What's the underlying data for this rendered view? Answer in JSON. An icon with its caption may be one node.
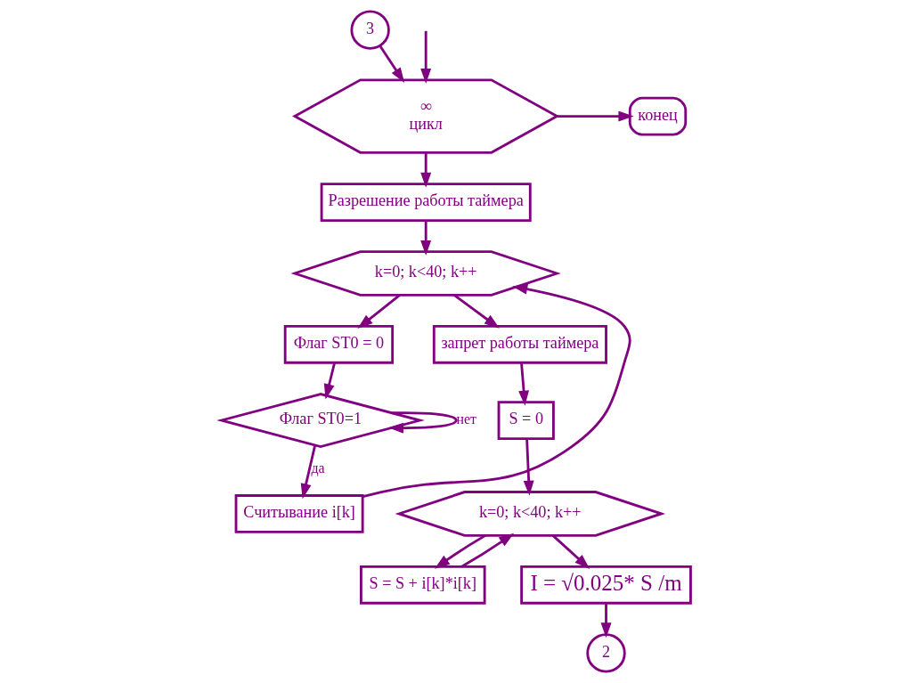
{
  "diagram": {
    "nodes": [
      {
        "text": [
          "∞",
          "цикл"
        ]
      },
      {
        "text": [
          "конец"
        ]
      },
      {
        "text": [
          "Разрешение работы таймера"
        ]
      },
      {
        "text": [
          "k=0; k<40; k++"
        ]
      },
      {
        "text": [
          "Флаг ST0 = 0"
        ]
      },
      {
        "text": [
          "Флаг ST0=1"
        ]
      },
      {
        "text": [
          "Считывание i[k]"
        ]
      },
      {
        "text": [
          "запрет работы таймера"
        ]
      },
      {
        "text": [
          "S = 0"
        ]
      },
      {
        "text": [
          "k=0; k<40; k++"
        ]
      },
      {
        "text": [
          "S = S + i[k]*i[k]"
        ]
      },
      {
        "text": [
          "I = √0.025* S /m"
        ]
      },
      {
        "text": [
          "3"
        ]
      },
      {
        "text": [
          "2"
        ]
      }
    ],
    "edges": [
      {
        "from": null,
        "to": 0,
        "arrow": "to"
      },
      {
        "from": 0,
        "to": 1,
        "arrow": "to"
      },
      {
        "from": 0,
        "to": 2,
        "arrow": "to"
      },
      {
        "from": 2,
        "to": 3,
        "arrow": "to"
      },
      {
        "from": 3,
        "to": 4,
        "arrow": "to"
      },
      {
        "from": 4,
        "to": 5,
        "arrow": "to"
      },
      {
        "from": 5,
        "to": 5,
        "arrow": "to",
        "label": "нет"
      },
      {
        "from": 5,
        "to": 6,
        "arrow": "to",
        "label": "да"
      },
      {
        "from": 6,
        "to": 3,
        "arrow": "to"
      },
      {
        "from": 3,
        "to": 7,
        "arrow": "to"
      },
      {
        "from": 7,
        "to": 8,
        "arrow": "to"
      },
      {
        "from": 8,
        "to": 9,
        "arrow": "to"
      },
      {
        "from": 9,
        "to": 10,
        "arrow": "to"
      },
      {
        "from": 10,
        "to": 9,
        "arrow": "to"
      },
      {
        "from": 9,
        "to": 11,
        "arrow": "to"
      },
      {
        "from": 11,
        "to": 13,
        "arrow": "to"
      },
      {
        "from": 12,
        "to": 0,
        "arrow": "to"
      }
    ]
  }
}
